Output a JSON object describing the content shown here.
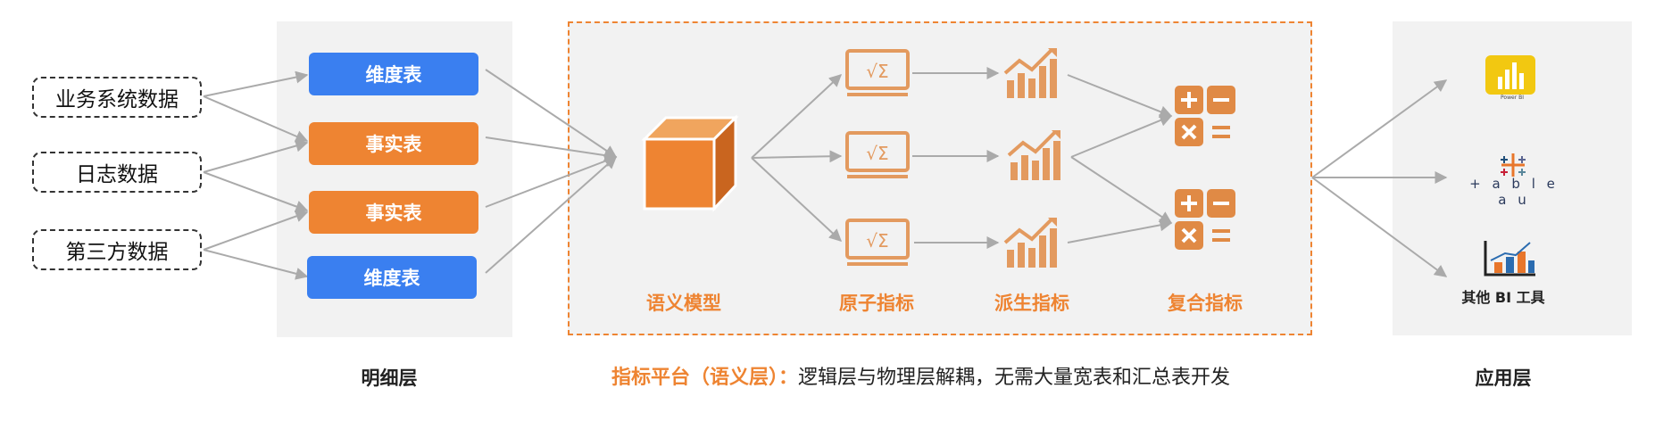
{
  "sources": [
    {
      "label": "业务系统数据"
    },
    {
      "label": "日志数据"
    },
    {
      "label": "第三方数据"
    }
  ],
  "detail_tables": [
    {
      "label": "维度表",
      "color": "#3a7ff0"
    },
    {
      "label": "事实表",
      "color": "#ee8432"
    },
    {
      "label": "事实表",
      "color": "#ee8432"
    },
    {
      "label": "维度表",
      "color": "#3a7ff0"
    }
  ],
  "stages": {
    "semantic_model": "语义模型",
    "atomic_metrics": "原子指标",
    "derived_metrics": "派生指标",
    "composite_metrics": "复合指标"
  },
  "layers": {
    "detail": "明细层",
    "application": "应用层"
  },
  "caption": {
    "highlight": "指标平台（语义层）：",
    "text": "逻辑层与物理层解耦，无需大量宽表和汇总表开发"
  },
  "apps": {
    "power_bi": "Power BI",
    "tableau": "+ a b l e a u",
    "other": "其他 BI 工具"
  },
  "colors": {
    "accent_orange": "#ee8432",
    "icon_orange": "#e39a5f",
    "accent_blue": "#3a7ff0",
    "panel_gray": "#f2f2f2",
    "arrow_gray": "#aaaaaa"
  },
  "icons": {
    "cube": "cube-icon",
    "atomic": "sqrt-sigma-monitor-icon",
    "derived": "trend-bar-chart-icon",
    "composite": "calculator-operators-icon"
  }
}
